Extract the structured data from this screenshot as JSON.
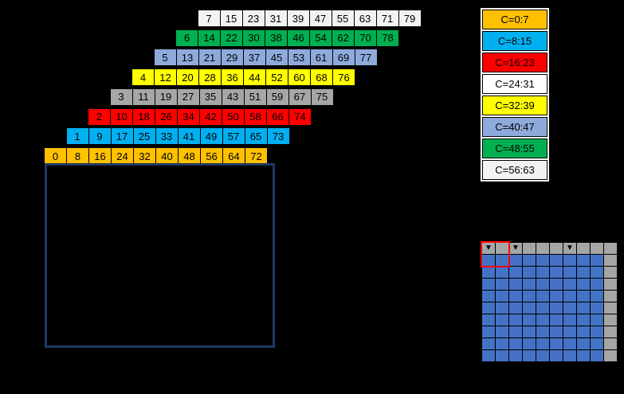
{
  "background": "#000000",
  "staircase": {
    "cell_text_color": "#000000",
    "rows": [
      {
        "name": "channel-0",
        "color": "#FFC000",
        "values": [
          0,
          8,
          16,
          24,
          32,
          40,
          48,
          56,
          64,
          72
        ]
      },
      {
        "name": "channel-1",
        "color": "#00B0F0",
        "values": [
          1,
          9,
          17,
          25,
          33,
          41,
          49,
          57,
          65,
          73
        ]
      },
      {
        "name": "channel-2",
        "color": "#FF0000",
        "values": [
          2,
          10,
          18,
          26,
          34,
          42,
          50,
          58,
          66,
          74
        ]
      },
      {
        "name": "channel-3",
        "color": "#A6A6A6",
        "values": [
          3,
          11,
          19,
          27,
          35,
          43,
          51,
          59,
          67,
          75
        ]
      },
      {
        "name": "channel-4",
        "color": "#FFFF00",
        "values": [
          4,
          12,
          20,
          28,
          36,
          44,
          52,
          60,
          68,
          76
        ]
      },
      {
        "name": "channel-5",
        "color": "#8EAADB",
        "values": [
          5,
          13,
          21,
          29,
          37,
          45,
          53,
          61,
          69,
          77
        ]
      },
      {
        "name": "channel-6",
        "color": "#00B050",
        "values": [
          6,
          14,
          22,
          30,
          38,
          46,
          54,
          62,
          70,
          78
        ]
      },
      {
        "name": "channel-7",
        "color": "#F2F2F2",
        "values": [
          7,
          15,
          23,
          31,
          39,
          47,
          55,
          63,
          71,
          79
        ]
      }
    ]
  },
  "memory_box": {
    "border_color": "#1F3864"
  },
  "legend": {
    "background": "#FFFFFF",
    "items": [
      {
        "label": "C=0:7",
        "color": "#FFC000"
      },
      {
        "label": "C=8:15",
        "color": "#00B0F0"
      },
      {
        "label": "C=16:23",
        "color": "#FF0000"
      },
      {
        "label": "C=24:31",
        "color": "#FFFFFF"
      },
      {
        "label": "C=32:39",
        "color": "#FFFF00"
      },
      {
        "label": "C=40:47",
        "color": "#8EAADB"
      },
      {
        "label": "C=48:55",
        "color": "#00B050"
      },
      {
        "label": "C=56:63",
        "color": "#F2F2F2"
      }
    ]
  },
  "matrix_grid": {
    "cols": 10,
    "rows": 10,
    "body_color": "#4472C4",
    "header_row_color": "#A6A6A6",
    "right_column_color": "#A6A6A6",
    "marker_glyph": "▼",
    "marker_columns": [
      0,
      2,
      6
    ],
    "highlight_box": {
      "col": 0,
      "row": 0,
      "span_cols": 2,
      "span_rows": 2,
      "border_color": "#FF0000"
    }
  }
}
